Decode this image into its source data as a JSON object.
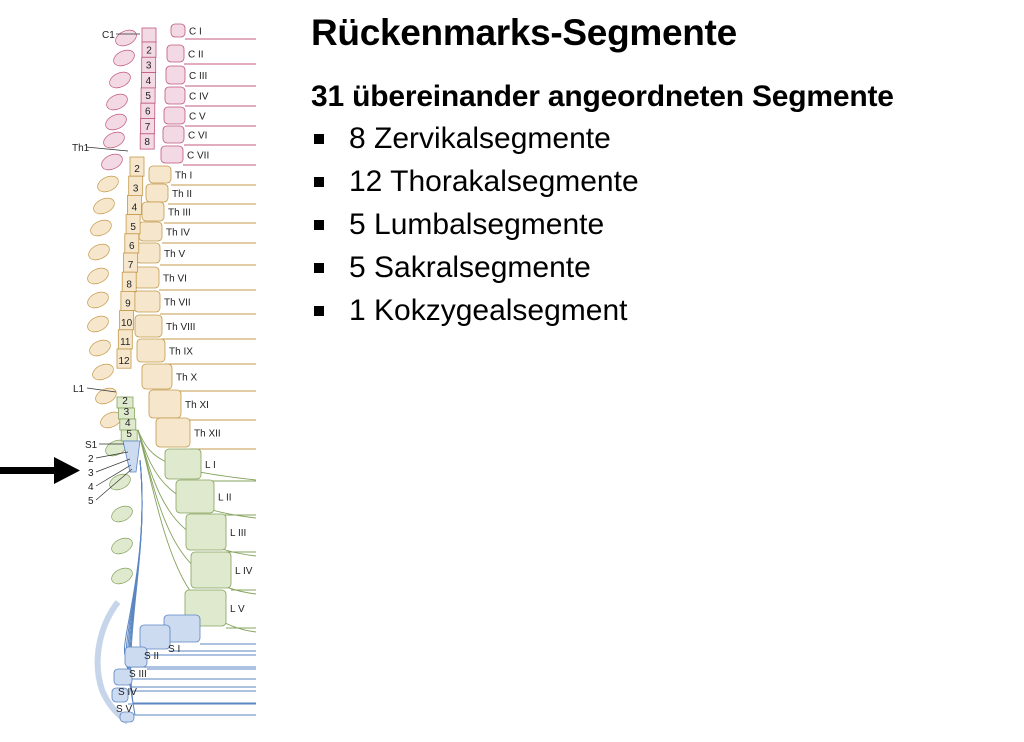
{
  "title": "Rückenmarks-Segmente",
  "list": {
    "heading": "31 übereinander angeordneten Segmente",
    "items": [
      "8 Zervikalsegmente",
      "12 Thorakalsegmente",
      "5 Lumbalsegmente",
      "5 Sakralsegmente",
      "1 Kokzygealsegment"
    ]
  },
  "diagram": {
    "colors": {
      "cervical": "#f2d9e4",
      "cervical_line": "#c0587e",
      "thoracic": "#f6e7cc",
      "thoracic_line": "#c49a4b",
      "lumbar": "#dfe9cd",
      "lumbar_line": "#86a35e",
      "sacral": "#cddbf0",
      "sacral_line": "#5b86c2",
      "arrow": "#000000"
    },
    "cord_labels": [
      "C1",
      "Th1",
      "L1",
      "S1",
      "2",
      "3",
      "4",
      "5"
    ],
    "cervical_segments": [
      "2",
      "3",
      "4",
      "5",
      "6",
      "7",
      "8"
    ],
    "thoracic_segments": [
      "2",
      "3",
      "4",
      "5",
      "6",
      "7",
      "8",
      "9",
      "10",
      "11",
      "12"
    ],
    "lumbar_segments": [
      "2",
      "3",
      "4",
      "5"
    ],
    "vertebrae": {
      "cervical": [
        "C I",
        "C II",
        "C III",
        "C IV",
        "C V",
        "C VI",
        "C VII"
      ],
      "thoracic": [
        "Th I",
        "Th II",
        "Th III",
        "Th IV",
        "Th V",
        "Th VI",
        "Th VII",
        "Th VIII",
        "Th IX",
        "Th X",
        "Th XI",
        "Th XII"
      ],
      "lumbar": [
        "L I",
        "L II",
        "L III",
        "L IV",
        "L V"
      ],
      "sacral": [
        "S I",
        "S II",
        "S III",
        "S IV",
        "S V"
      ]
    }
  }
}
